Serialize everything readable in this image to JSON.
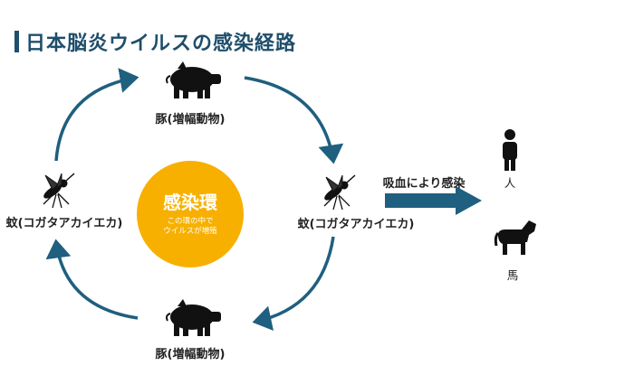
{
  "title": "日本脳炎ウイルスの感染経路",
  "nodes": {
    "pig_top": "豚(増幅動物)",
    "pig_bottom": "豚(増幅動物)",
    "mosquito_left": "蚊(コガタアカイエカ)",
    "mosquito_right": "蚊(コガタアカイエカ)"
  },
  "center": {
    "title": "感染環",
    "line1": "この環の中で",
    "line2": "ウイルスが増殖"
  },
  "transmission_label": "吸血により感染",
  "targets": {
    "human": "人",
    "horse": "馬"
  },
  "colors": {
    "title": "#1f4e6b",
    "arrow": "#1f5f7f",
    "circle": "#f7b000",
    "icon": "#111111"
  }
}
